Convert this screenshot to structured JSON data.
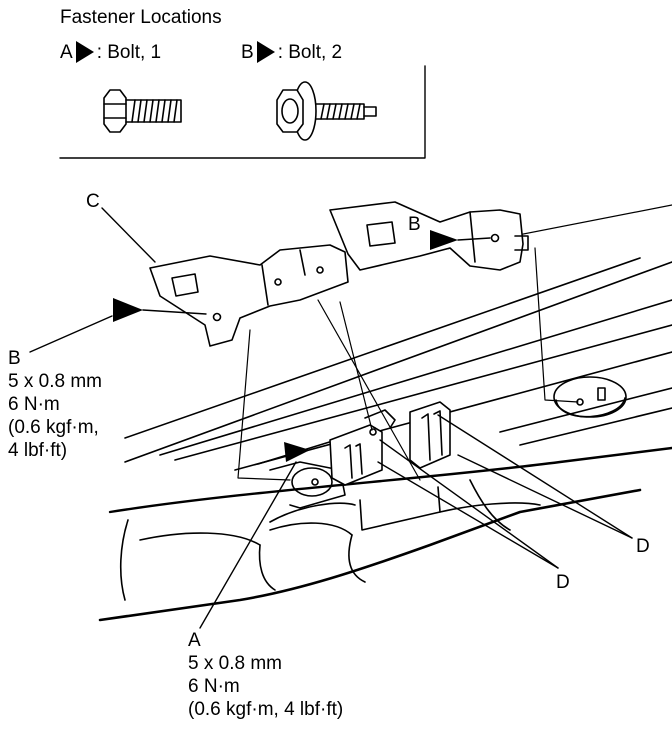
{
  "legend": {
    "title": "Fastener Locations",
    "items": [
      {
        "letter": "A",
        "text": ": Bolt, 1"
      },
      {
        "letter": "B",
        "text": ": Bolt, 2"
      }
    ]
  },
  "callouts": {
    "c": "C",
    "b_top": "B",
    "d1": "D",
    "d2": "D"
  },
  "spec_b": {
    "letter": "B",
    "lines": [
      "5 x 0.8 mm",
      "6 N·m",
      "(0.6 kgf·m,",
      "4 lbf·ft)"
    ]
  },
  "spec_a": {
    "letter": "A",
    "lines": [
      "5 x 0.8 mm",
      "6 N·m",
      "(0.6 kgf·m, 4 lbf·ft)"
    ]
  }
}
